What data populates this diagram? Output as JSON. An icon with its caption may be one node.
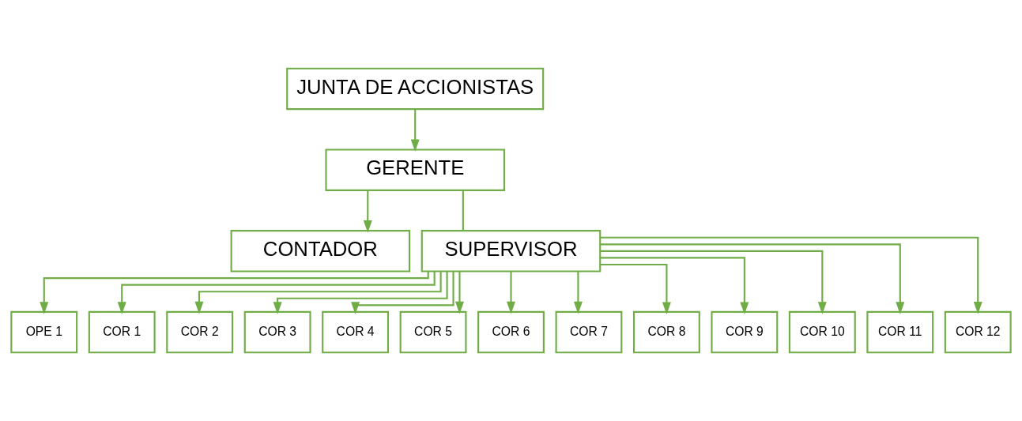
{
  "diagram": {
    "nodes": [
      {
        "text": [
          "JUNTA DE ACCIONISTAS"
        ]
      },
      {
        "text": [
          "GERENTE"
        ]
      },
      {
        "text": [
          "CONTADOR"
        ]
      },
      {
        "text": [
          "SUPERVISOR"
        ]
      },
      {
        "text": [
          "OPE 1"
        ]
      },
      {
        "text": [
          "COR 1"
        ]
      },
      {
        "text": [
          "COR 2"
        ]
      },
      {
        "text": [
          "COR 3"
        ]
      },
      {
        "text": [
          "COR 4"
        ]
      },
      {
        "text": [
          "COR 5"
        ]
      },
      {
        "text": [
          "COR 6"
        ]
      },
      {
        "text": [
          "COR 7"
        ]
      },
      {
        "text": [
          "COR 8"
        ]
      },
      {
        "text": [
          "COR 9"
        ]
      },
      {
        "text": [
          "COR 10"
        ]
      },
      {
        "text": [
          "COR 11"
        ]
      },
      {
        "text": [
          "COR 12"
        ]
      }
    ],
    "edges": [
      {
        "from": 0,
        "to": 1,
        "arrow": "to"
      },
      {
        "from": 1,
        "to": 2,
        "arrow": "to"
      },
      {
        "from": 1,
        "to": 3,
        "arrow": "none"
      },
      {
        "from": 3,
        "to": 4,
        "arrow": "to"
      },
      {
        "from": 3,
        "to": 5,
        "arrow": "to"
      },
      {
        "from": 3,
        "to": 6,
        "arrow": "to"
      },
      {
        "from": 3,
        "to": 7,
        "arrow": "to"
      },
      {
        "from": 3,
        "to": 8,
        "arrow": "to"
      },
      {
        "from": 3,
        "to": 9,
        "arrow": "to"
      },
      {
        "from": 3,
        "to": 10,
        "arrow": "to"
      },
      {
        "from": 3,
        "to": 11,
        "arrow": "to"
      },
      {
        "from": 3,
        "to": 12,
        "arrow": "to"
      },
      {
        "from": 3,
        "to": 13,
        "arrow": "to"
      },
      {
        "from": 3,
        "to": 14,
        "arrow": "to"
      },
      {
        "from": 3,
        "to": 15,
        "arrow": "to"
      },
      {
        "from": 3,
        "to": 16,
        "arrow": "to"
      }
    ]
  }
}
